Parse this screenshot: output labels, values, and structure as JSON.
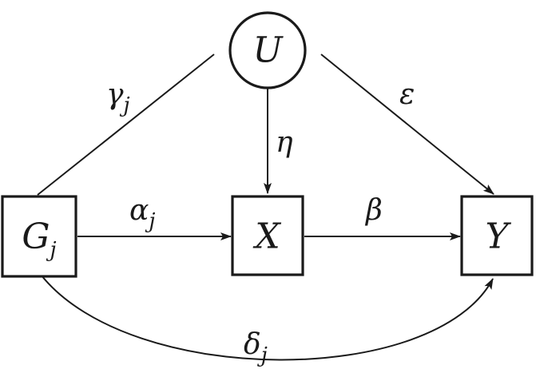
{
  "nodes": {
    "u": {
      "label": "U"
    },
    "g": {
      "label": "G",
      "subscript": "j"
    },
    "x": {
      "label": "X"
    },
    "y": {
      "label": "Y"
    }
  },
  "edges": {
    "gamma": {
      "label": "γ",
      "subscript": "j"
    },
    "epsilon": {
      "label": "ε"
    },
    "eta": {
      "label": "η"
    },
    "alpha": {
      "label": "α",
      "subscript": "j"
    },
    "beta": {
      "label": "β"
    },
    "delta": {
      "label": "δ",
      "subscript": "j"
    }
  },
  "colors": {
    "ink": "#1a1a1a",
    "background": "#ffffff"
  }
}
